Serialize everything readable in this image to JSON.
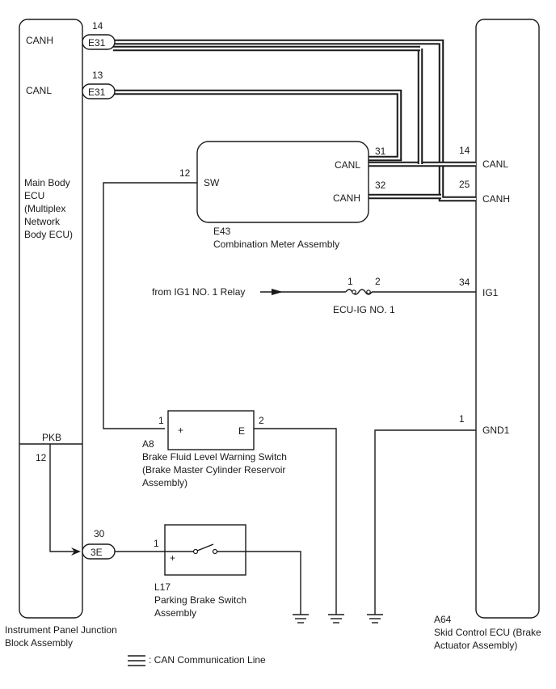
{
  "main_body_ecu": {
    "title_lines": [
      "Main Body",
      "ECU",
      "(Multiplex",
      "Network",
      "Body ECU)"
    ],
    "pkb_label": "PKB",
    "pkb_pin": "12",
    "block_lines": [
      "Instrument Panel Junction",
      "Block Assembly"
    ],
    "canh": {
      "label": "CANH",
      "connector": "E31",
      "pin": "14"
    },
    "canl": {
      "label": "CANL",
      "connector": "E31",
      "pin": "13"
    },
    "conn_3e": {
      "label": "3E",
      "pin": "30"
    }
  },
  "combination_meter": {
    "code": "E43",
    "name": "Combination Meter Assembly",
    "sw_label": "SW",
    "sw_pin": "12",
    "canl_label": "CANL",
    "canl_pin": "31",
    "canh_label": "CANH",
    "canh_pin": "32"
  },
  "skid_ecu": {
    "code": "A64",
    "name_lines": [
      "Skid Control ECU (Brake",
      "Actuator Assembly)"
    ],
    "canl": {
      "label": "CANL",
      "pin": "14"
    },
    "canh": {
      "label": "CANH",
      "pin": "25"
    },
    "ig1": {
      "label": "IG1",
      "pin": "34"
    },
    "gnd1": {
      "label": "GND1",
      "pin": "1"
    }
  },
  "ig_feed": {
    "source": "from IG1 NO. 1 Relay",
    "fuse_label": "ECU-IG NO. 1",
    "pin_in": "1",
    "pin_out": "2"
  },
  "brake_fluid_switch": {
    "code": "A8",
    "name_lines": [
      "Brake Fluid Level Warning Switch",
      "(Brake Master Cylinder Reservoir",
      "Assembly)"
    ],
    "plus": "+",
    "e_label": "E",
    "pin1": "1",
    "pin2": "2"
  },
  "parking_brake_switch": {
    "code": "L17",
    "name_lines": [
      "Parking Brake Switch",
      "Assembly"
    ],
    "plus": "+",
    "pin1": "1"
  },
  "legend": {
    "text": ": CAN Communication Line"
  }
}
